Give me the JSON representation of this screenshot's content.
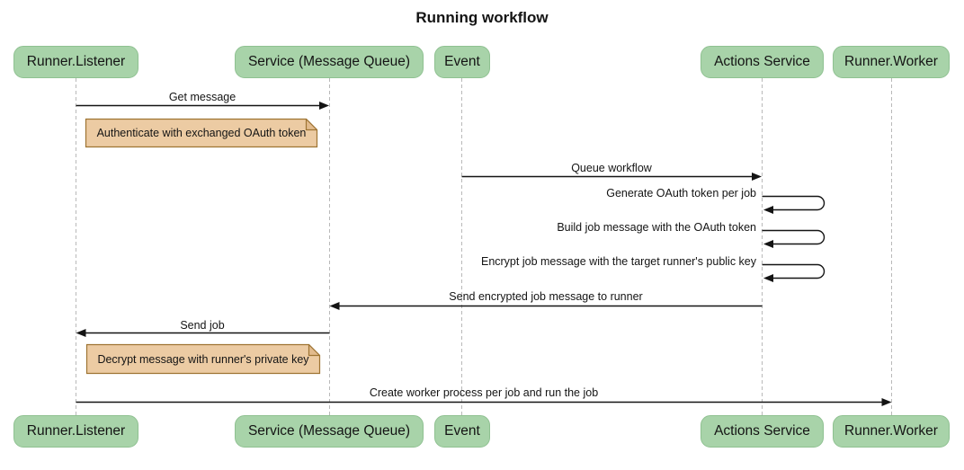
{
  "title": "Running workflow",
  "actors": [
    {
      "id": "runner-listener",
      "label": "Runner.Listener"
    },
    {
      "id": "service-message-queue",
      "label": "Service (Message Queue)"
    },
    {
      "id": "event",
      "label": "Event"
    },
    {
      "id": "actions-service",
      "label": "Actions Service"
    },
    {
      "id": "runner-worker",
      "label": "Runner.Worker"
    }
  ],
  "messages": [
    {
      "label": "Get message",
      "from": "runner-listener",
      "to": "service-message-queue"
    },
    {
      "label": "Queue workflow",
      "from": "event",
      "to": "actions-service"
    },
    {
      "label": "Generate OAuth token per job",
      "from": "actions-service",
      "to": "actions-service",
      "type": "self"
    },
    {
      "label": "Build job message with the OAuth token",
      "from": "actions-service",
      "to": "actions-service",
      "type": "self"
    },
    {
      "label": "Encrypt job message with the target runner's public key",
      "from": "actions-service",
      "to": "actions-service",
      "type": "self"
    },
    {
      "label": "Send encrypted job message to runner",
      "from": "actions-service",
      "to": "service-message-queue"
    },
    {
      "label": "Send job",
      "from": "service-message-queue",
      "to": "runner-listener"
    },
    {
      "label": "Create worker process per job and run the job",
      "from": "runner-listener",
      "to": "runner-worker"
    }
  ],
  "notes": [
    {
      "label": "Authenticate with exchanged OAuth token"
    },
    {
      "label": "Decrypt message with runner's private key"
    }
  ],
  "colors": {
    "background": "#ffffff",
    "actor_fill": "#a8d3a9",
    "actor_border": "#8fc191",
    "note_fill": "#eccba3",
    "note_border": "#9e7433",
    "note_fold": "#e2bb8d",
    "lifeline": "#b9b9b9",
    "line": "#141414",
    "text": "#141414"
  }
}
